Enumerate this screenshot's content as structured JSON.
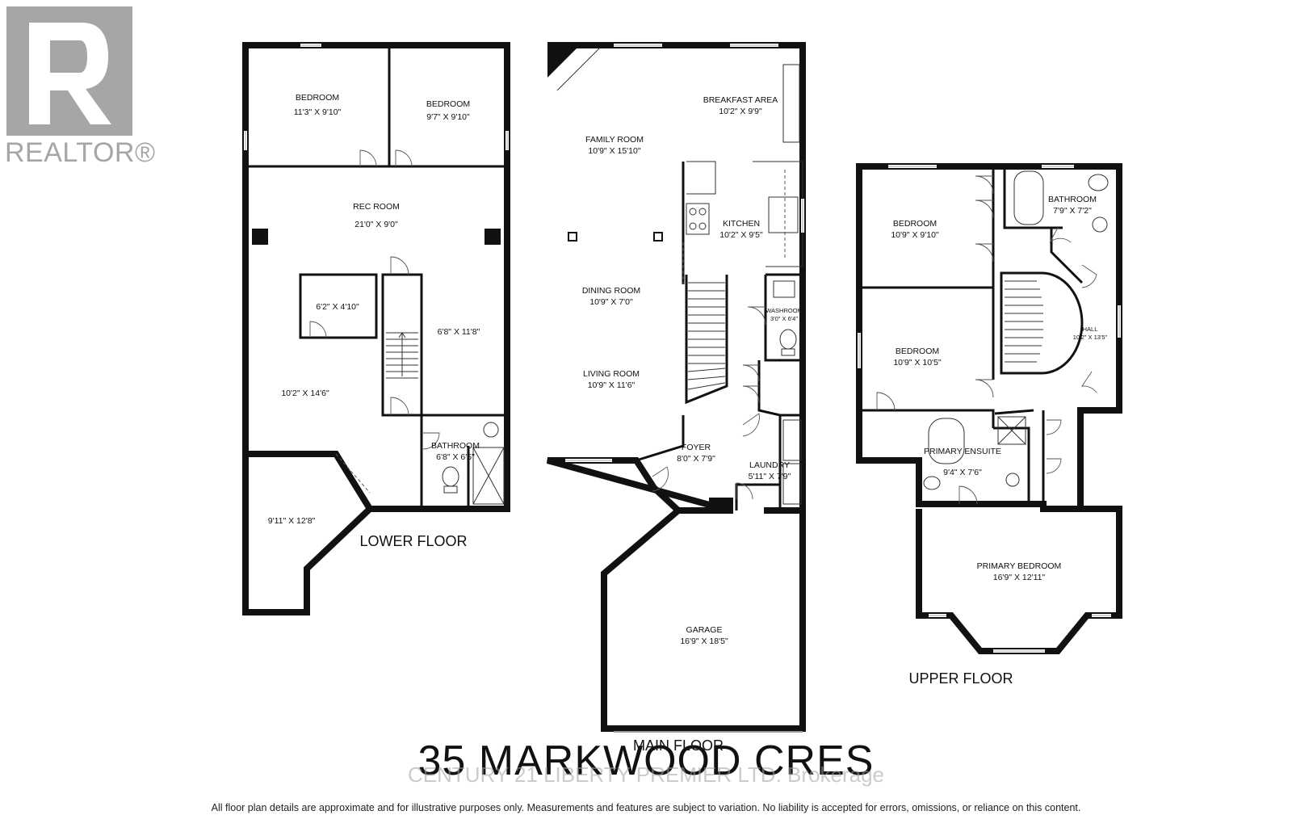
{
  "logo": {
    "wordmark": "REALTOR®"
  },
  "title": "35 MARKWOOD CRES",
  "watermark": "CENTURY 21 LIBERTY PREMIER LTD. Brokerage",
  "disclaimer": "All floor plan details are approximate and for illustrative purposes only. Measurements and features are subject to variation. No liability is accepted for errors, omissions, or reliance on this content.",
  "floors": {
    "lower": {
      "label": "LOWER FLOOR",
      "rooms": {
        "bedroom1": {
          "name": "BEDROOM",
          "dims": "11'3\" X 9'10\""
        },
        "bedroom2": {
          "name": "BEDROOM",
          "dims": "9'7\" X 9'10\""
        },
        "rec_room": {
          "name": "REC ROOM",
          "dims": "21'0\" X 9'0\""
        },
        "storage": {
          "dims": "6'2\" X 4'10\""
        },
        "room_68": {
          "dims": "6'8\" X 11'8\""
        },
        "room_102": {
          "dims": "10'2\" X 14'6\""
        },
        "bathroom": {
          "name": "BATHROOM",
          "dims": "6'8\" X 6'5\""
        },
        "room_911": {
          "dims": "9'11\" X 12'8\""
        }
      }
    },
    "main": {
      "label": "MAIN FLOOR",
      "rooms": {
        "breakfast": {
          "name": "BREAKFAST AREA",
          "dims": "10'2\" X 9'9\""
        },
        "family": {
          "name": "FAMILY ROOM",
          "dims": "10'9\" X 15'10\""
        },
        "kitchen": {
          "name": "KITCHEN",
          "dims": "10'2\" X 9'5\""
        },
        "dining": {
          "name": "DINING ROOM",
          "dims": "10'9\" X 7'0\""
        },
        "washroom": {
          "name": "WASHROOM",
          "dims": "3'0\" X 6'4\""
        },
        "living": {
          "name": "LIVING ROOM",
          "dims": "10'9\" X 11'6\""
        },
        "foyer": {
          "name": "FOYER",
          "dims": "8'0\" X 7'9\""
        },
        "laundry": {
          "name": "LAUNDRY",
          "dims": "5'11\" X 7'9\""
        },
        "garage": {
          "name": "GARAGE",
          "dims": "16'9\" X 18'5\""
        }
      }
    },
    "upper": {
      "label": "UPPER FLOOR",
      "rooms": {
        "bathroom": {
          "name": "BATHROOM",
          "dims": "7'9\" X 7'2\""
        },
        "bedroom1": {
          "name": "BEDROOM",
          "dims": "10'9\" X 9'10\""
        },
        "hall": {
          "name": "HALL",
          "dims": "10'2\" X 13'5\""
        },
        "bedroom2": {
          "name": "BEDROOM",
          "dims": "10'9\" X 10'5\""
        },
        "ensuite": {
          "name": "PRIMARY ENSUITE",
          "dims": "9'4\" X 7'6\""
        },
        "primary": {
          "name": "PRIMARY BEDROOM",
          "dims": "16'9\" X 12'11\""
        }
      }
    }
  }
}
